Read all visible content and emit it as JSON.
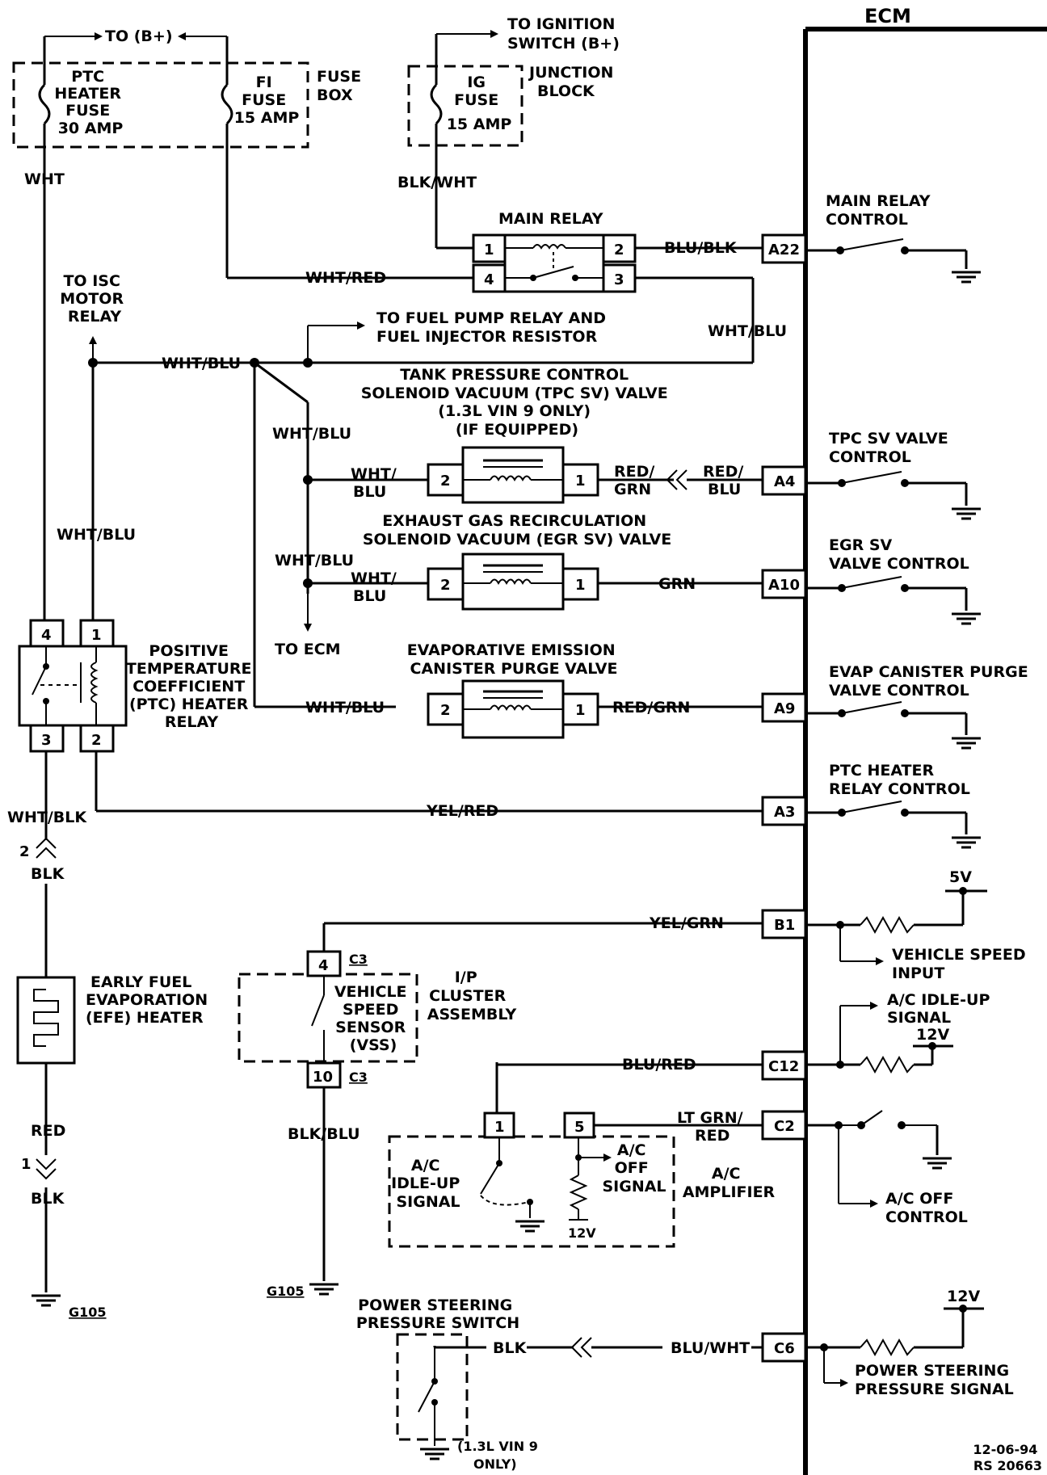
{
  "labels": {
    "ecm": "ECM",
    "to_b_plus": "TO (B+)",
    "ptc_fuse": [
      "PTC",
      "HEATER",
      "FUSE",
      "30 AMP"
    ],
    "fi_fuse": [
      "FI",
      "FUSE",
      "15 AMP"
    ],
    "fuse_box": [
      "FUSE",
      "BOX"
    ],
    "to_ignition": [
      "TO IGNITION",
      "SWITCH (B+)"
    ],
    "ig_fuse": [
      "IG",
      "FUSE",
      "15 AMP"
    ],
    "junction_block": [
      "JUNCTION",
      "BLOCK"
    ],
    "wht": "WHT",
    "blk_wht": "BLK/WHT",
    "main_relay": "MAIN RELAY",
    "wht_red": "WHT/RED",
    "blu_blk": "BLU/BLK",
    "main_relay_control": [
      "MAIN RELAY",
      "CONTROL"
    ],
    "to_isc": [
      "TO ISC",
      "MOTOR",
      "RELAY"
    ],
    "to_fuel_pump": [
      "TO FUEL PUMP RELAY AND",
      "FUEL INJECTOR RESISTOR"
    ],
    "wht_blu": "WHT/BLU",
    "tpc_valve": [
      "TANK PRESSURE CONTROL",
      "SOLENOID VACUUM (TPC SV) VALVE",
      "(1.3L VIN 9 ONLY)",
      "(IF EQUIPPED)"
    ],
    "wht_slash": "WHT/",
    "blu": "BLU",
    "red_slash": "RED/",
    "grn": "GRN",
    "tpc_control": [
      "TPC SV VALVE",
      "CONTROL"
    ],
    "egr_valve": [
      "EXHAUST GAS RECIRCULATION",
      "SOLENOID VACUUM (EGR SV) VALVE"
    ],
    "egr_control": [
      "EGR SV",
      "VALVE CONTROL"
    ],
    "to_ecm": "TO ECM",
    "ptc_relay": [
      "POSITIVE",
      "TEMPERATURE",
      "COEFFICIENT",
      "(PTC) HEATER",
      "RELAY"
    ],
    "evap_valve": [
      "EVAPORATIVE EMISSION",
      "CANISTER PURGE VALVE"
    ],
    "red_grn": "RED/GRN",
    "evap_control": [
      "EVAP CANISTER PURGE",
      "VALVE CONTROL"
    ],
    "ptc_control": [
      "PTC HEATER",
      "RELAY CONTROL"
    ],
    "wht_blk": "WHT/BLK",
    "yel_red": "YEL/RED",
    "blk": "BLK",
    "v5": "5V",
    "v12": "12V",
    "yel_grn": "YEL/GRN",
    "vehicle_speed_input": [
      "VEHICLE SPEED",
      "INPUT"
    ],
    "c3": "C3",
    "vss": [
      "VEHICLE",
      "SPEED",
      "SENSOR",
      "(VSS)"
    ],
    "ip_cluster": [
      "I/P",
      "CLUSTER",
      "ASSEMBLY"
    ],
    "efe_heater": [
      "EARLY FUEL",
      "EVAPORATION",
      "(EFE) HEATER"
    ],
    "ac_idle_signal": [
      "A/C IDLE-UP",
      "SIGNAL"
    ],
    "blu_red": "BLU/RED",
    "red": "RED",
    "lt_grn_red": [
      "LT GRN/",
      "RED"
    ],
    "blk_blu": "BLK/BLU",
    "ac_idle_amp": [
      "A/C",
      "IDLE-UP",
      "SIGNAL"
    ],
    "ac_off_signal": [
      "A/C",
      "OFF",
      "SIGNAL"
    ],
    "ac_amplifier": [
      "A/C",
      "AMPLIFIER"
    ],
    "ac_off_control": [
      "A/C OFF",
      "CONTROL"
    ],
    "g105": "G105",
    "ps_switch": [
      "POWER STEERING",
      "PRESSURE SWITCH"
    ],
    "blu_wht": "BLU/WHT",
    "ps_signal": [
      "POWER STEERING",
      "PRESSURE SIGNAL"
    ],
    "vin9_only": [
      "(1.3L VIN 9",
      "ONLY)"
    ],
    "footer": [
      "12-06-94",
      "RS 20663"
    ]
  },
  "pins": {
    "ecm": [
      "A22",
      "A4",
      "A10",
      "A9",
      "A3",
      "B1",
      "C12",
      "C2",
      "C6"
    ],
    "main_relay": [
      "1",
      "2",
      "4",
      "3"
    ],
    "valves": [
      "2",
      "1"
    ],
    "ptc_relay": [
      "4",
      "1",
      "3",
      "2"
    ],
    "vss": [
      "4",
      "10"
    ],
    "amp": [
      "1",
      "5"
    ],
    "connector_efe": [
      "2",
      "1"
    ]
  }
}
